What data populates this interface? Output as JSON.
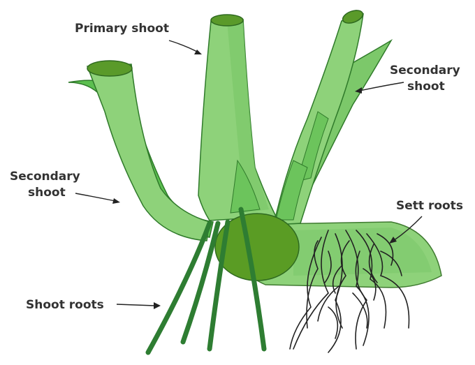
{
  "labels": {
    "primary_shoot": "Primary shoot",
    "secondary_shoot_right_line1": "Secondary",
    "secondary_shoot_right_line2": "shoot",
    "secondary_shoot_left_line1": "Secondary",
    "secondary_shoot_left_line2": "shoot",
    "sett_roots": "Sett roots",
    "shoot_roots": "Shoot roots"
  },
  "colors": {
    "shoot_light": "#8ed27a",
    "shoot_mid": "#5cbf50",
    "shoot_dark": "#3f9a3a",
    "cut_face": "#5a9a2a",
    "node_disc": "#5a9c24",
    "root_dark": "#2e7d32",
    "roots_black": "#222222",
    "label_text": "#333333"
  }
}
